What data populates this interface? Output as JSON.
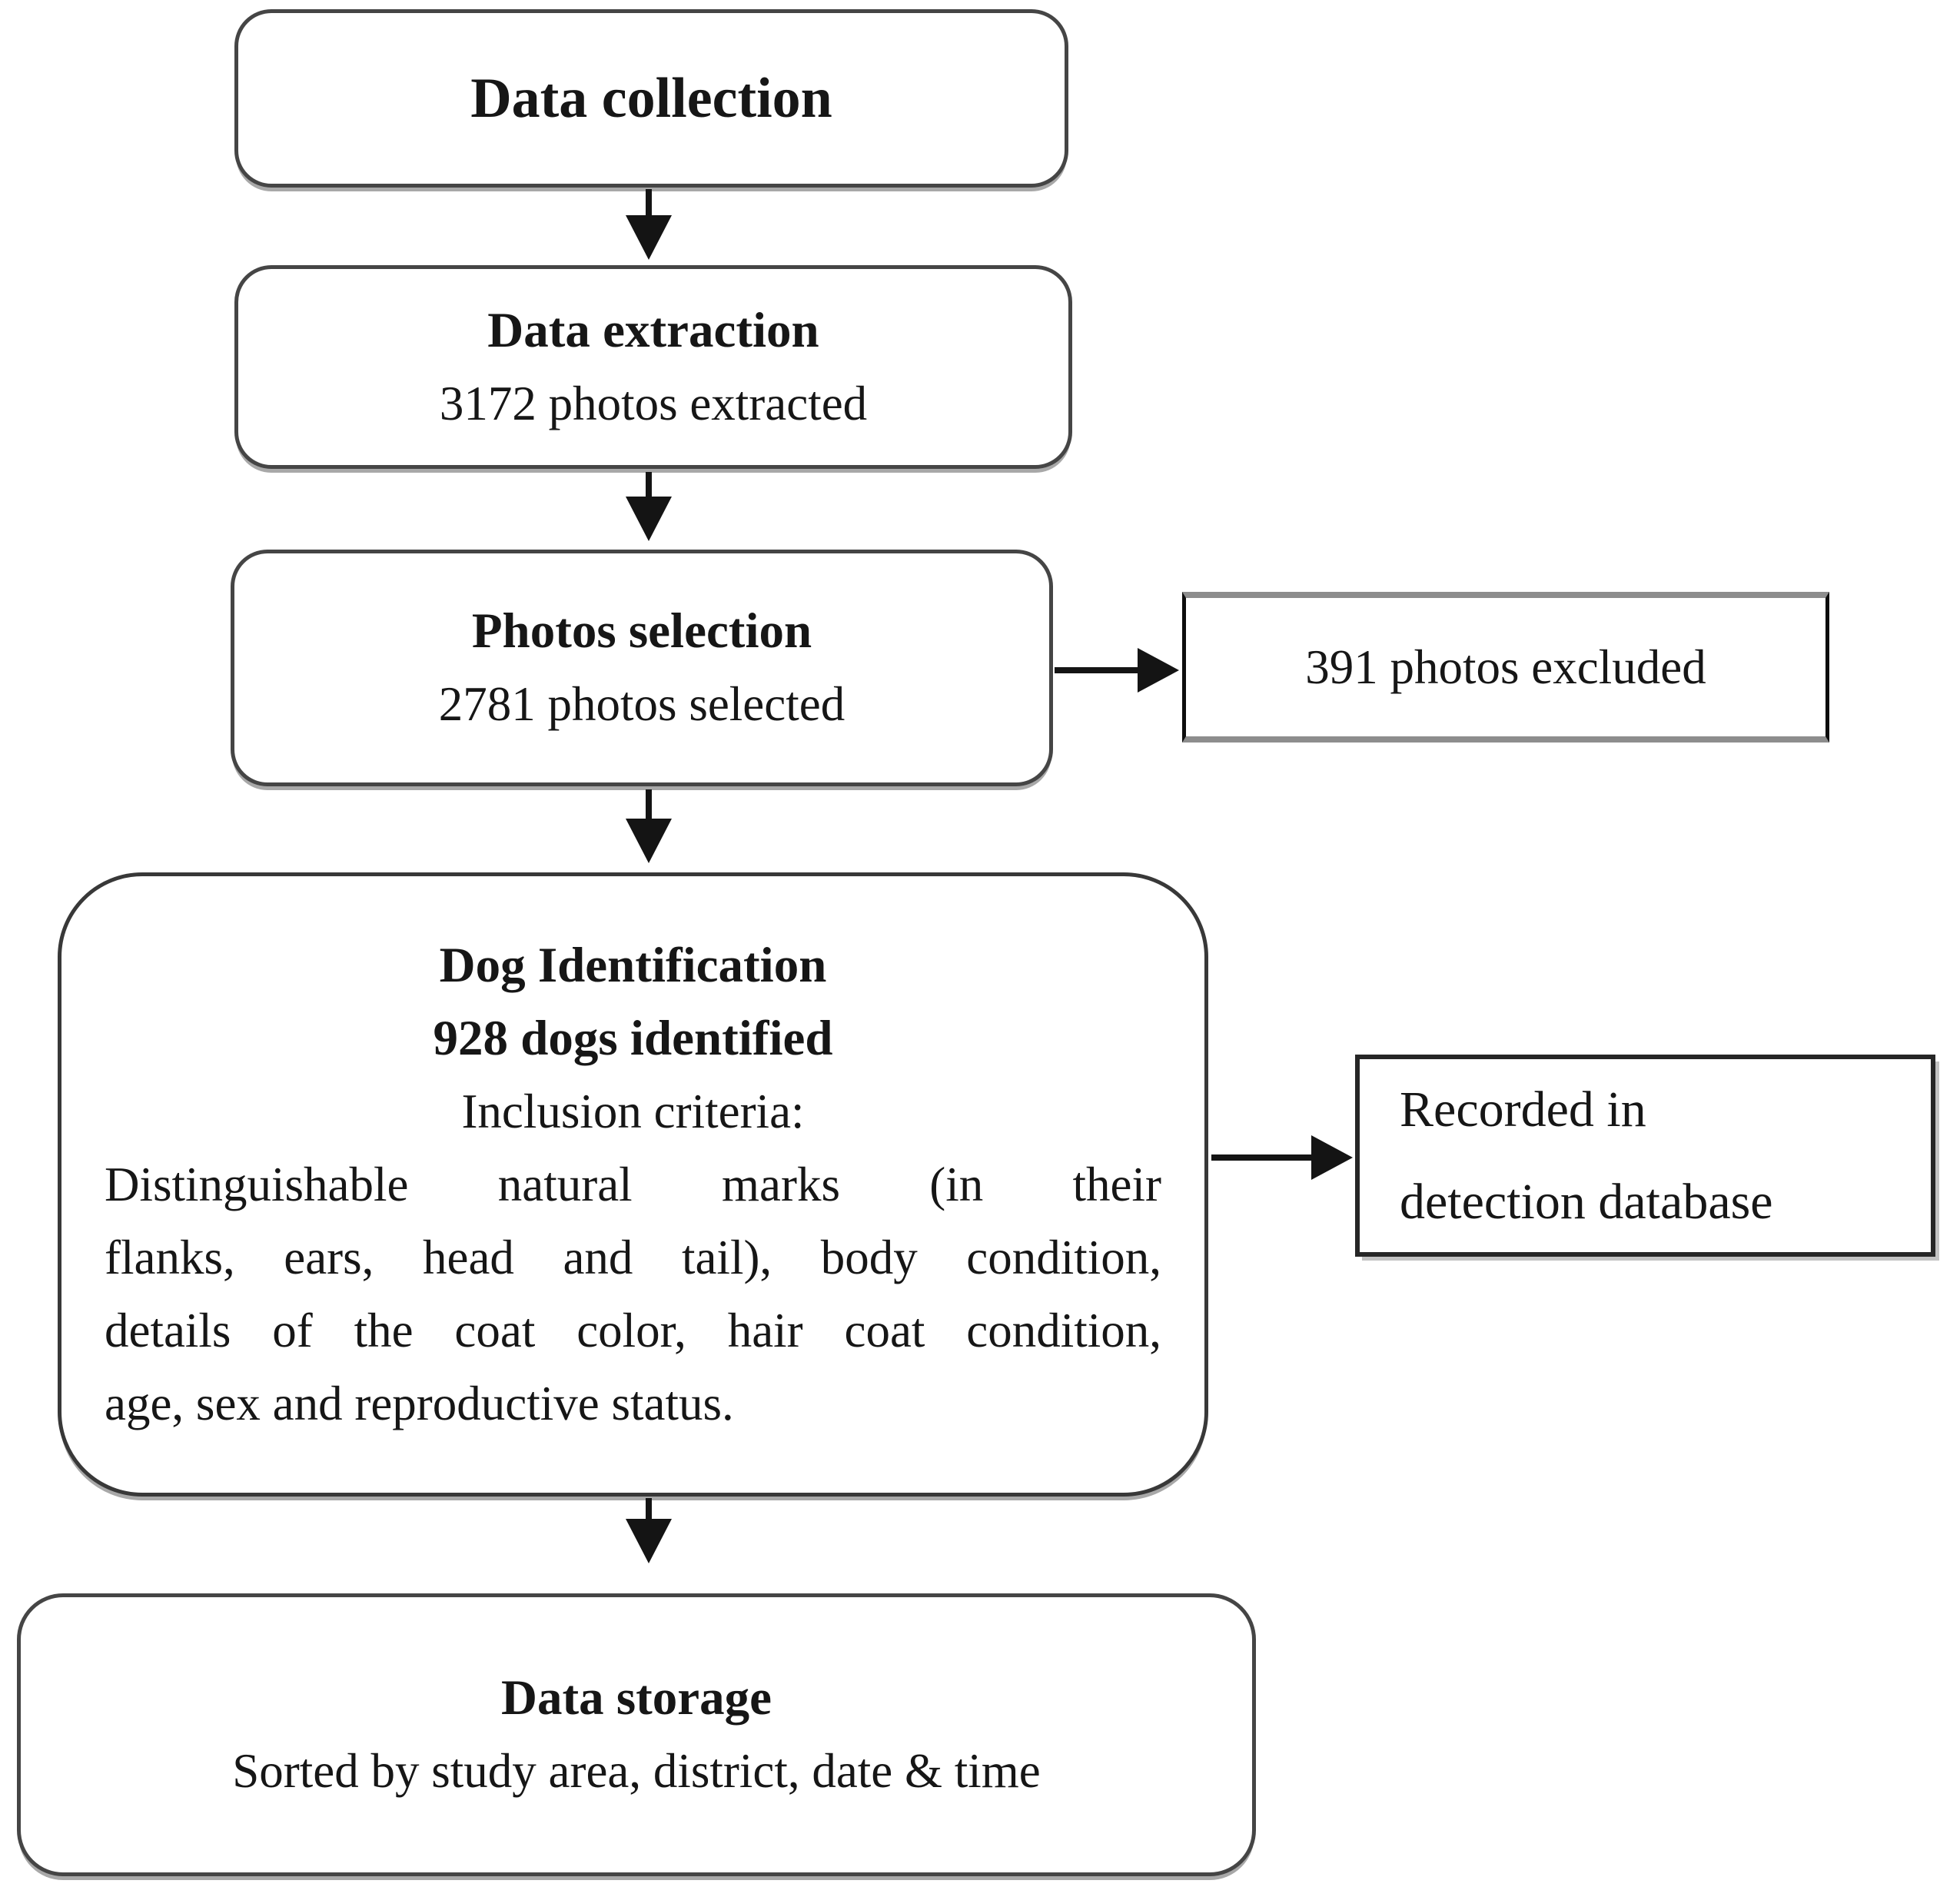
{
  "flowchart": {
    "data_collection": {
      "title": "Data collection"
    },
    "data_extraction": {
      "title": "Data extraction",
      "subtitle": "3172 photos extracted"
    },
    "photos_selection": {
      "title": "Photos selection",
      "subtitle": "2781 photos selected"
    },
    "photos_excluded": {
      "label": "391 photos excluded"
    },
    "dog_identification": {
      "title": "Dog Identification",
      "subtitle": "928 dogs identified",
      "criteria_heading": "Inclusion criteria:",
      "criteria_lines": [
        "Distinguishable natural marks (in their",
        "flanks, ears, head and tail), body condition,",
        "details of the coat color, hair coat condition,",
        "age, sex and reproductive status."
      ]
    },
    "recorded": {
      "line1": "Recorded in",
      "line2": "detection database"
    },
    "data_storage": {
      "title": "Data storage",
      "subtitle": "Sorted by study area, district, date & time"
    }
  }
}
